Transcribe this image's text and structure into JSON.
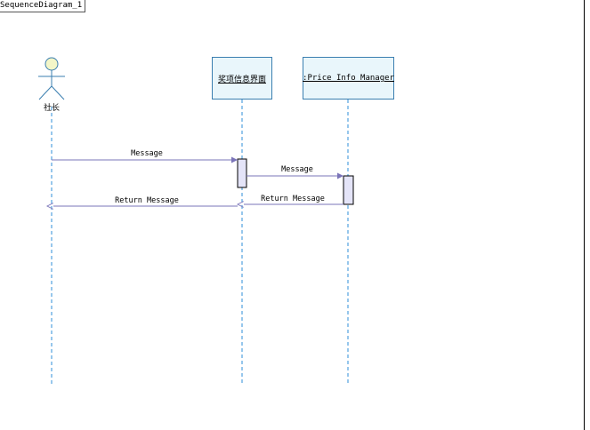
{
  "diagram": {
    "frame_title": "SequenceDiagram_1",
    "actor": {
      "label": "社长"
    },
    "lifelines": [
      {
        "label": "奖项信息界面"
      },
      {
        "label": ":Price_Info_Manager"
      }
    ],
    "messages": [
      {
        "label": "Message"
      },
      {
        "label": "Message"
      },
      {
        "label": "Return Message"
      },
      {
        "label": "Return Message"
      }
    ],
    "colors": {
      "lifeline_border": "#3b7fb0",
      "lifeline_fill": "#e9f6fb",
      "dashed_line": "#2f8fd8",
      "message_line": "#7a74b8",
      "activation_fill": "#e4e4f8",
      "actor_head_fill": "#f3f6c8"
    }
  }
}
